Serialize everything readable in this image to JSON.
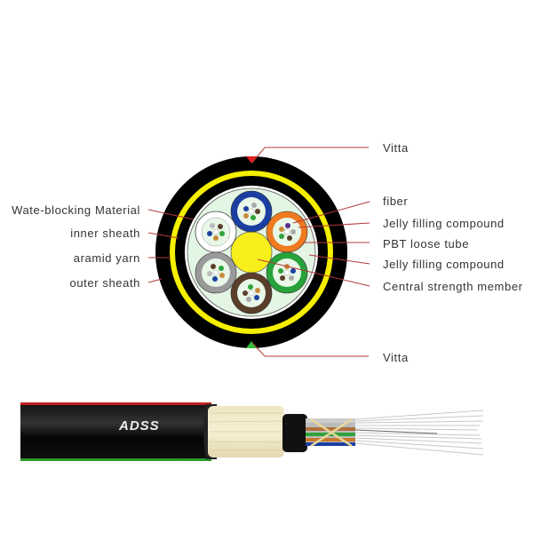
{
  "cross_section": {
    "labels_left": [
      {
        "text": "Wate-blocking Material"
      },
      {
        "text": "inner sheath"
      },
      {
        "text": "aramid yarn"
      },
      {
        "text": "outer sheath"
      }
    ],
    "labels_right": [
      {
        "text": "Vitta"
      },
      {
        "text": "fiber"
      },
      {
        "text": "Jelly filling compound"
      },
      {
        "text": "PBT loose tube"
      },
      {
        "text": "Jelly filling compound"
      },
      {
        "text": "Central strength member"
      },
      {
        "text": "Vitta"
      }
    ],
    "colors": {
      "outer_sheath": "#000000",
      "aramid_yarn": "#f5ef00",
      "core_fill": "#e3f5e3",
      "central_member": "#f8ef1a",
      "vitta_top": "#e02020",
      "vitta_bottom": "#2fbf3a",
      "leader_line": "#b33a3a"
    },
    "tubes": [
      {
        "color": "#1b3fa0",
        "name": "blue"
      },
      {
        "color": "#ef7a1f",
        "name": "orange"
      },
      {
        "color": "#27a23a",
        "name": "green"
      },
      {
        "color": "#5a3e2b",
        "name": "brown"
      },
      {
        "color": "#9a9a9a",
        "name": "gray"
      },
      {
        "color": "#ffffff",
        "name": "white"
      }
    ]
  },
  "side_view": {
    "brand_text": "ADSS"
  }
}
